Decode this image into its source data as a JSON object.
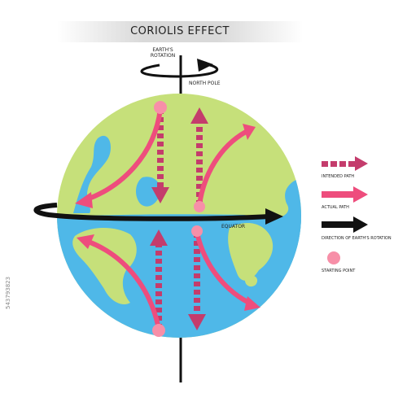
{
  "title": "CORIOLIS EFFECT",
  "labels": {
    "rotation": "EARTH'S ROTATION",
    "north_pole": "NORTH POLE",
    "equator": "EQUATOR"
  },
  "legend": {
    "intended": "INTENDED PATH",
    "actual": "ACTUAL PATH",
    "direction": "DIRECTION OF EARTH'S ROTATION",
    "start": "STARTING POINT"
  },
  "watermark": "543793823",
  "colors": {
    "land": "#c6e07a",
    "ocean": "#4fb8e8",
    "intended": "#c43c6c",
    "actual": "#ee4d7d",
    "start": "#f78fa8",
    "axis": "#111111"
  }
}
